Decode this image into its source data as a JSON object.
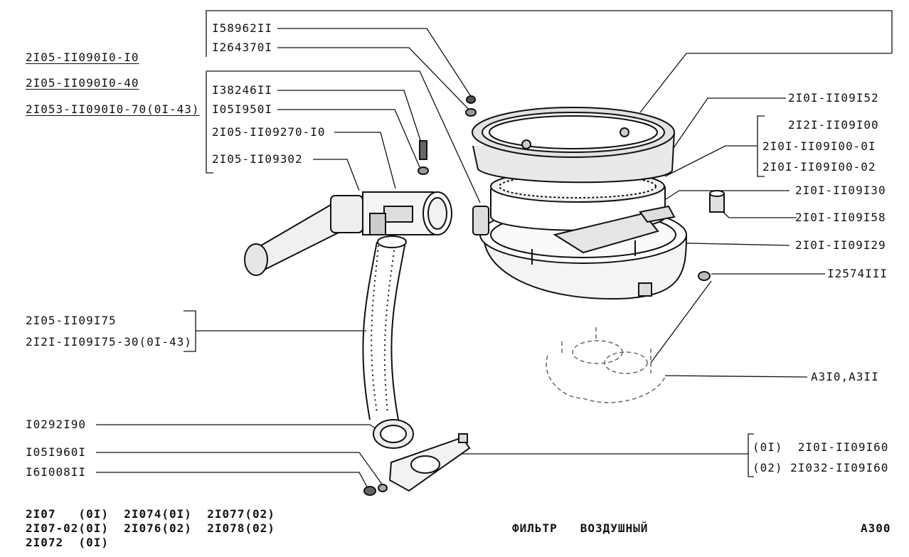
{
  "title": "ФИЛЬТР   ВОЗДУШНЫЙ",
  "page_code": "A300",
  "assembly_labels": [
    "2I05-II090I0-I0",
    "2I05-II090I0-40",
    "2I053-II090I0-70(0I-43)"
  ],
  "callouts": {
    "c1": "I58962II",
    "c2": "I264370I",
    "c3": "I38246II",
    "c4": "I05I950I",
    "c5": "2I05-II09270-I0",
    "c6": "2I05-II09302",
    "c7": "2I0I-II09I52",
    "c8": "2I2I-II09I00",
    "c9": "2I0I-II09I00-0I",
    "c10": "2I0I-II09I00-02",
    "c11": "2I0I-II09I30",
    "c12": "2I0I-II09I58",
    "c13": "2I0I-II09I29",
    "c14": "I2574III",
    "c15": "2I05-II09I75",
    "c16": "2I2I-II09I75-30(0I-43)",
    "c17": "A3I0,A3II",
    "c18": "I0292I90",
    "c19": "I05I960I",
    "c20": "I6I008II",
    "c21": "(0I)  2I0I-II09I60",
    "c22": "(02) 2I032-II09I60"
  },
  "models": [
    "2I07   (0I)  2I074(0I)  2I077(02)",
    "2I07-02(0I)  2I076(02)  2I078(02)",
    "2I072  (0I)"
  ]
}
